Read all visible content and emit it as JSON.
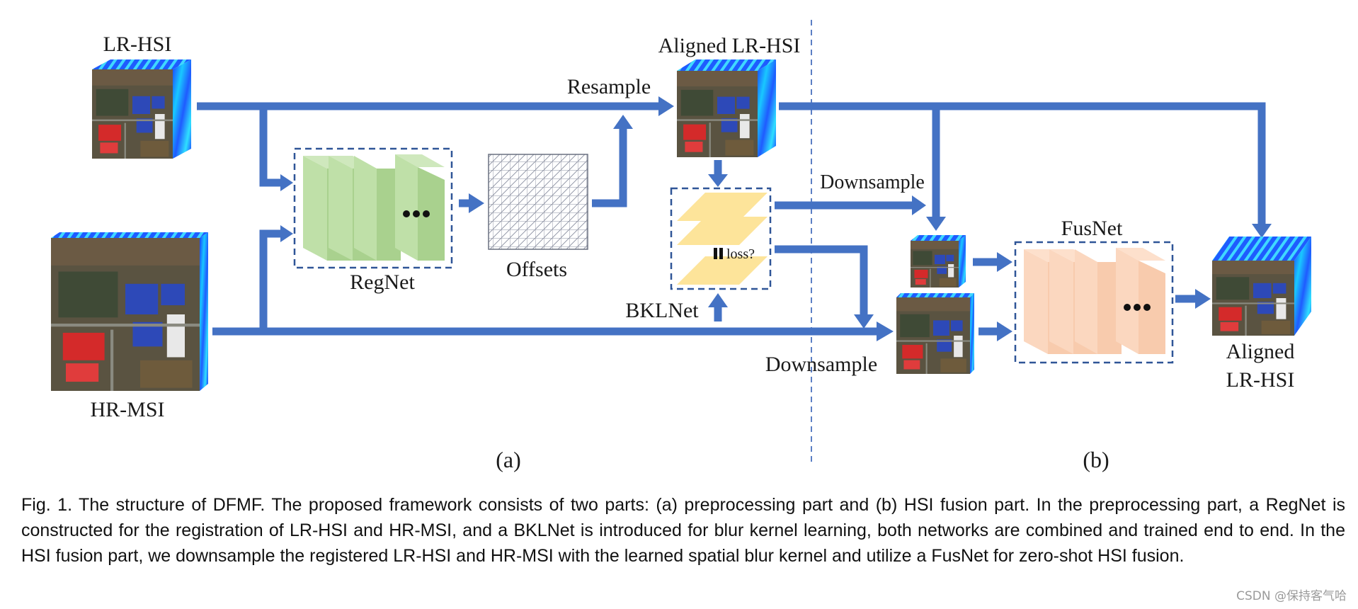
{
  "labels": {
    "lr_hsi": "LR-HSI",
    "hr_msi": "HR-MSI",
    "aligned_lr_hsi": "Aligned LR-HSI",
    "resample": "Resample",
    "regnet": "RegNet",
    "offsets": "Offsets",
    "downsample_top": "Downsample",
    "downsample_bottom": "Downsample",
    "loss": "loss?",
    "bklnet": "BKLNet",
    "fusnet": "FusNet",
    "output_line1": "Aligned",
    "output_line2": "LR-HSI",
    "panel_a": "(a)",
    "panel_b": "(b)"
  },
  "caption": "Fig. 1. The structure of DFMF. The proposed framework consists of two parts: (a) preprocessing part and (b) HSI fusion part. In the preprocessing part, a RegNet is constructed for the registration of LR-HSI and HR-MSI, and a BKLNet is introduced for blur kernel learning, both networks are combined and trained end to end. In the HSI fusion part, we downsample the registered LR-HSI and HR-MSI with the learned spatial blur kernel and utilize a FusNet for zero-shot HSI fusion.",
  "watermark": "CSDN @保持客气哈",
  "colors": {
    "arrow": "#4472c4",
    "regnet_layer": "#a9d18e",
    "bklnet_layer": "#fde49a",
    "fusnet_layer": "#f8cbad",
    "dashed_border": "#2f5597"
  }
}
